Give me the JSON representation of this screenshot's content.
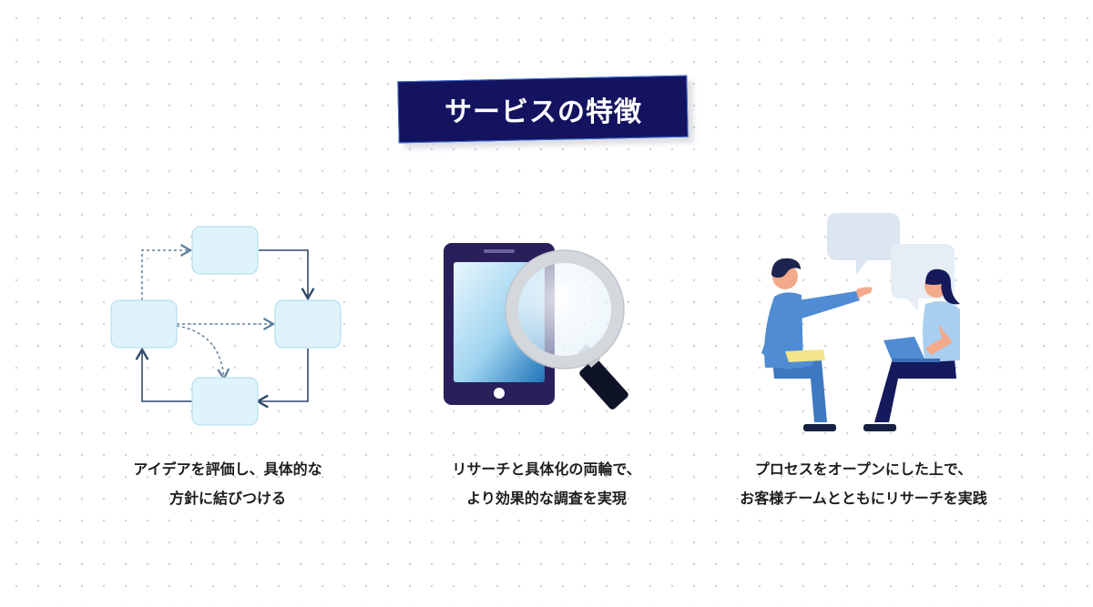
{
  "section_title": "サービスの特徴",
  "features": [
    {
      "icon": "process-flow-icon",
      "line1": "アイデアを評価し、具体的な",
      "line2": "方針に結びつける"
    },
    {
      "icon": "tablet-magnifier-icon",
      "line1": "リサーチと具体化の両輪で、",
      "line2": "より効果的な調査を実現"
    },
    {
      "icon": "collaboration-icon",
      "line1": "プロセスをオープンにした上で、",
      "line2": "お客様チームとともにリサーチを実践"
    }
  ],
  "colors": {
    "title_bg": "#14135f",
    "title_border": "#3d6fd8",
    "box_fill": "#dff3fb",
    "arrow": "#2f4a6b",
    "tablet": "#2a1f5a",
    "person_blue": "#4f8cd3",
    "navy": "#151a5c"
  }
}
